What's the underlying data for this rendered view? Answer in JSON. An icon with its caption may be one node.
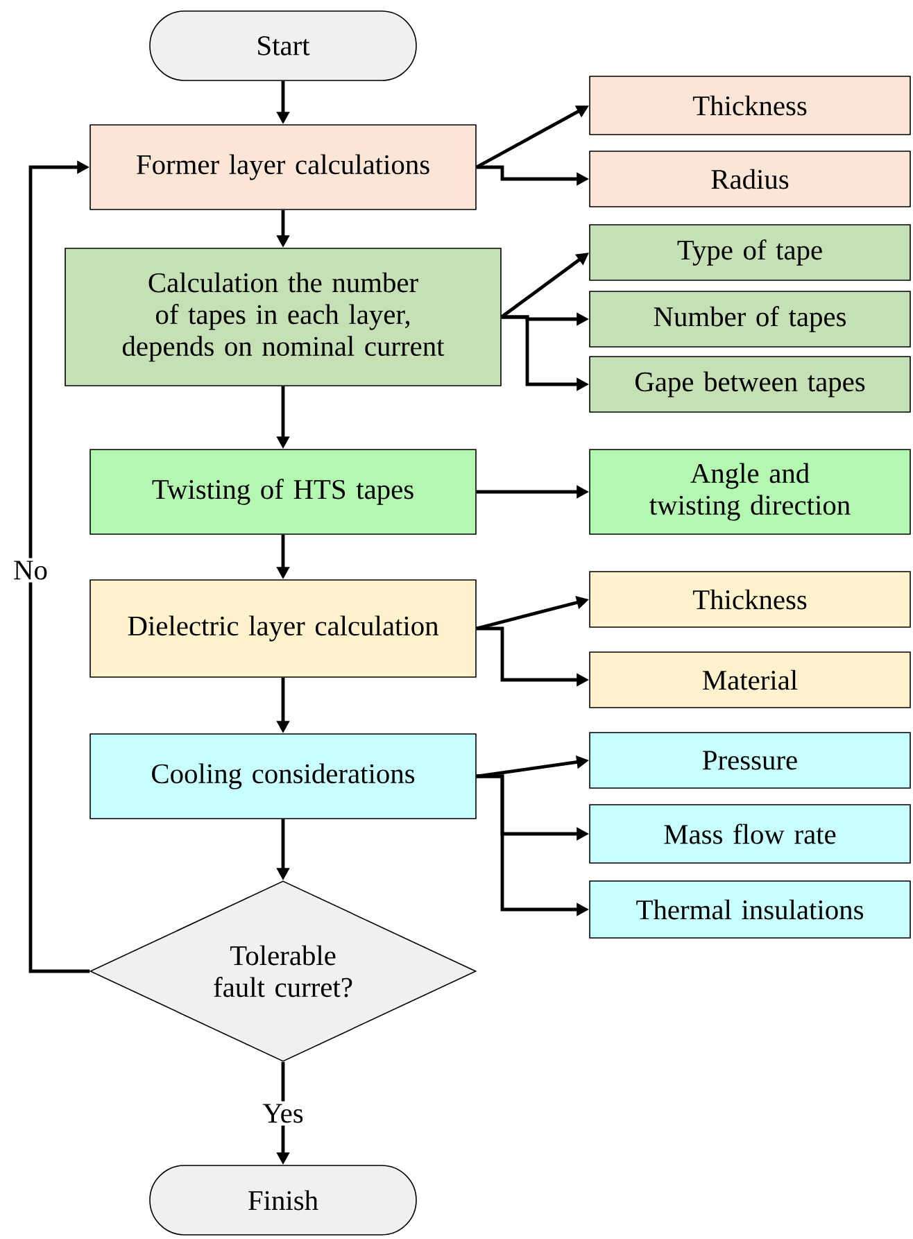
{
  "diagram": {
    "nodes": [
      {
        "text": [
          "Start"
        ]
      },
      {
        "text": [
          "Former layer calculations"
        ]
      },
      {
        "text": [
          "Thickness"
        ]
      },
      {
        "text": [
          "Radius"
        ]
      },
      {
        "text": [
          "Calculation the number of tapes in each layer, depends on nominal current"
        ]
      },
      {
        "text": [
          "Type of tape"
        ]
      },
      {
        "text": [
          "Number of tapes"
        ]
      },
      {
        "text": [
          "Gape between tapes"
        ]
      },
      {
        "text": [
          "Twisting of HTS tapes"
        ]
      },
      {
        "text": [
          "Angle and twisting direction"
        ]
      },
      {
        "text": [
          "Dielectric layer calculation"
        ]
      },
      {
        "text": [
          "Thickness"
        ]
      },
      {
        "text": [
          "Material"
        ]
      },
      {
        "text": [
          "Cooling considerations"
        ]
      },
      {
        "text": [
          "Pressure"
        ]
      },
      {
        "text": [
          "Mass flow rate"
        ]
      },
      {
        "text": [
          "Thermal insulations"
        ]
      },
      {
        "text": [
          "Tolerable fault curret?"
        ]
      },
      {
        "text": [
          "Finish"
        ]
      }
    ],
    "edges": [
      {
        "from": 0,
        "to": 1,
        "arrow": "to"
      },
      {
        "from": 1,
        "to": 2,
        "arrow": "to"
      },
      {
        "from": 1,
        "to": 3,
        "arrow": "to"
      },
      {
        "from": 1,
        "to": 4,
        "arrow": "to"
      },
      {
        "from": 4,
        "to": 5,
        "arrow": "to"
      },
      {
        "from": 4,
        "to": 6,
        "arrow": "to"
      },
      {
        "from": 4,
        "to": 7,
        "arrow": "to"
      },
      {
        "from": 4,
        "to": 8,
        "arrow": "to"
      },
      {
        "from": 8,
        "to": 9,
        "arrow": "to"
      },
      {
        "from": 8,
        "to": 10,
        "arrow": "to"
      },
      {
        "from": 10,
        "to": 11,
        "arrow": "to"
      },
      {
        "from": 10,
        "to": 12,
        "arrow": "to"
      },
      {
        "from": 10,
        "to": 13,
        "arrow": "to"
      },
      {
        "from": 13,
        "to": 14,
        "arrow": "to"
      },
      {
        "from": 13,
        "to": 15,
        "arrow": "to"
      },
      {
        "from": 13,
        "to": 16,
        "arrow": "to"
      },
      {
        "from": 13,
        "to": 17,
        "arrow": "to"
      },
      {
        "from": 17,
        "to": 18,
        "arrow": "to",
        "label": "Yes"
      },
      {
        "from": 17,
        "to": 1,
        "arrow": "to",
        "label": "No"
      }
    ]
  }
}
